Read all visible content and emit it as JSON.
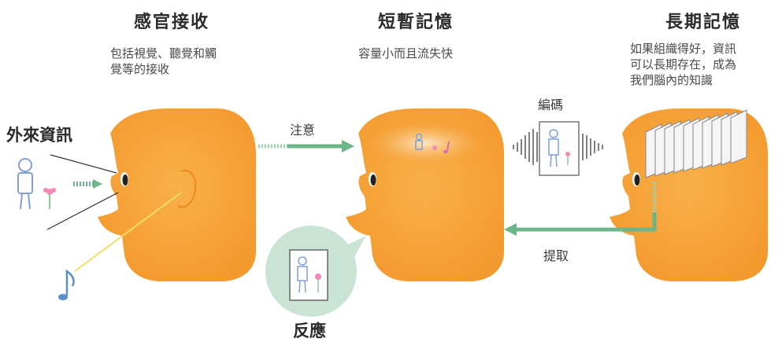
{
  "stages": {
    "sensory": {
      "title": "感官接收",
      "desc_lines": [
        "包括視覺、聽覺和觸",
        "覺等的接收"
      ]
    },
    "short_term": {
      "title": "短暫記憶",
      "desc_lines": [
        "容量小而且流失快"
      ]
    },
    "long_term": {
      "title": "長期記憶",
      "desc_lines": [
        "如果組織得好，資訊",
        "可以長期存在，成為",
        "我們腦內的知識"
      ]
    }
  },
  "labels": {
    "input": "外來資訊",
    "attention": "注意",
    "encoding": "編碼",
    "retrieval": "提取",
    "response": "反應"
  },
  "colors": {
    "head": "#f7a43a",
    "head_shade": "#f5972a",
    "arrow_green": "#6fb58a",
    "figure_blue": "#7fa0d8",
    "flower_pink": "#f08ab8",
    "note_blue": "#5b8fc9",
    "bubble": "#c9e4d4"
  },
  "icons": [
    "person-figure-icon",
    "flower-icon",
    "music-note-icon",
    "sound-wave-icon",
    "memory-cards-icon"
  ]
}
